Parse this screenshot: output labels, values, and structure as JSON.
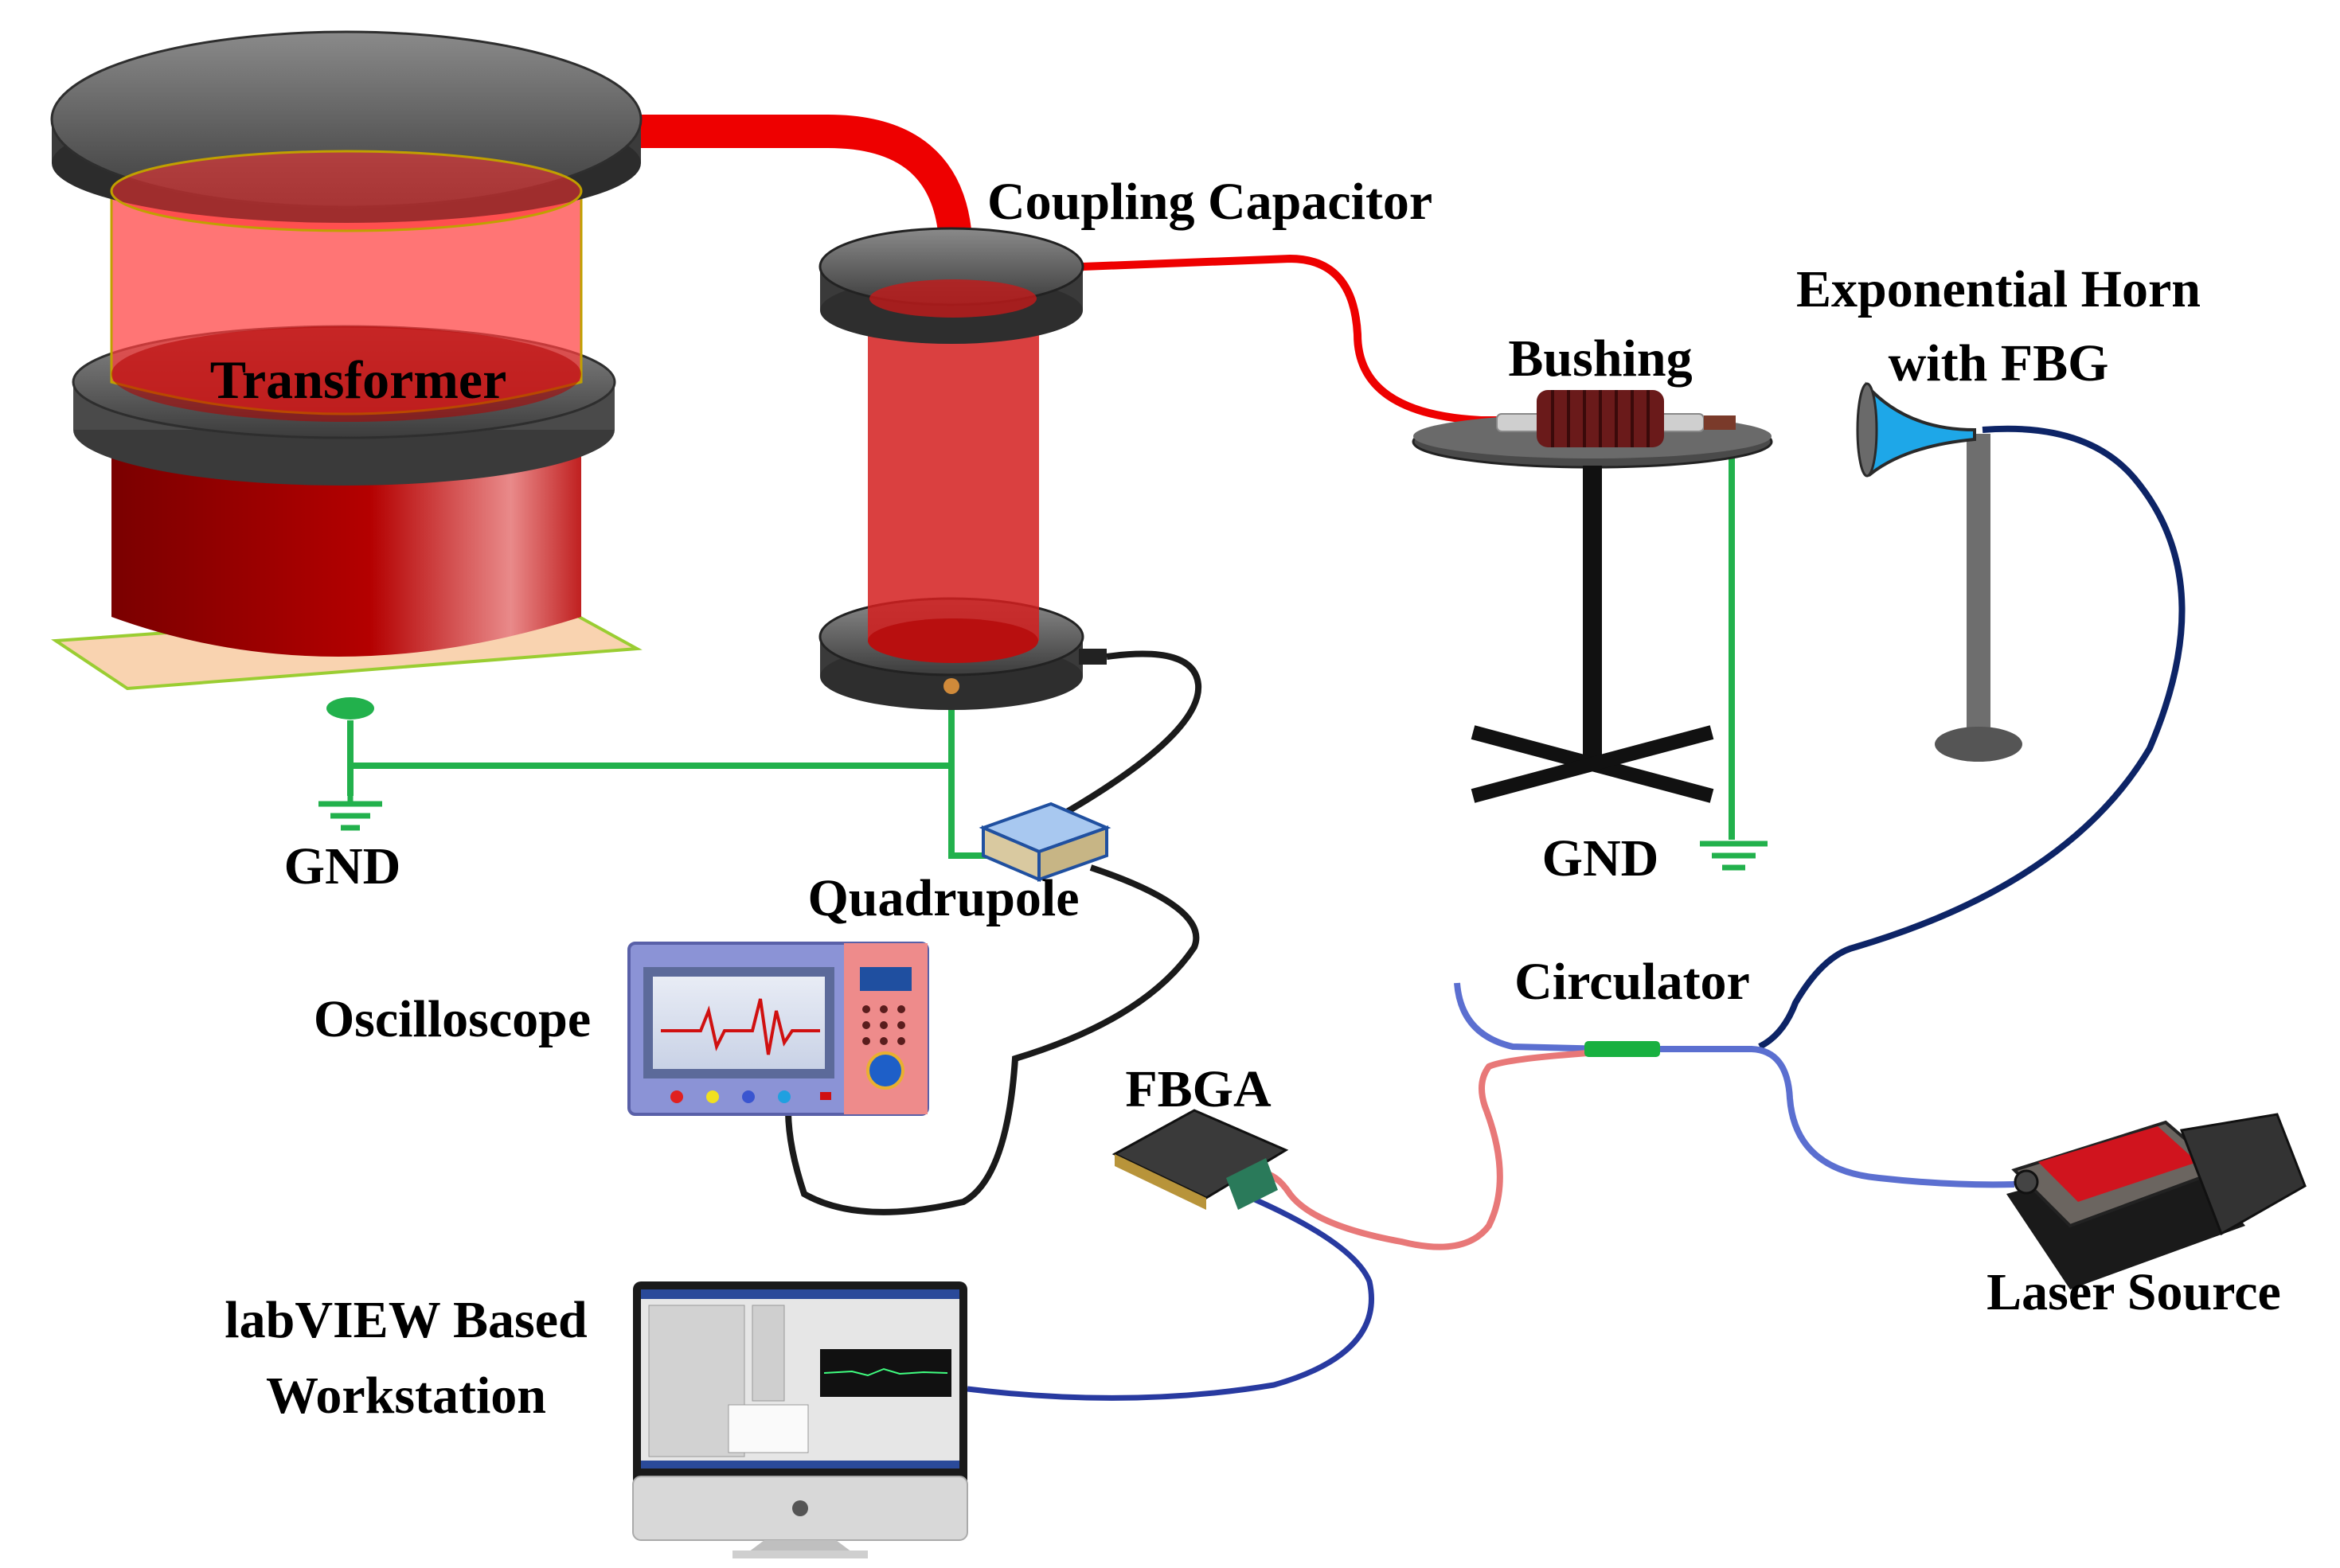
{
  "labels": {
    "transformer": "Transformer",
    "coupling_capacitor": "Coupling Capacitor",
    "bushing": "Bushing",
    "horn_line1": "Exponential Horn",
    "horn_line2": "with FBG",
    "gnd_left": "GND",
    "gnd_right": "GND",
    "quadrupole": "Quadrupole",
    "oscilloscope": "Oscilloscope",
    "circulator": "Circulator",
    "fbga": "FBGA",
    "laser_source": "Laser Source",
    "workstation_line1": "labVIEW Based",
    "workstation_line2": "Workstation"
  },
  "colors": {
    "hv_line": "#ee0000",
    "ground_line": "#22b14c",
    "signal_cable": "#1a1a1a",
    "fiber_dark": "#0d2466",
    "fiber_blue": "#5b6fd0",
    "fiber_pink": "#e87878",
    "horn": "#1ea7e8",
    "transformer_body": "#9b0000",
    "plate": "#555555"
  },
  "icons": {
    "ground": "ground-symbol-icon",
    "oscilloscope_wave": "waveform-icon"
  }
}
